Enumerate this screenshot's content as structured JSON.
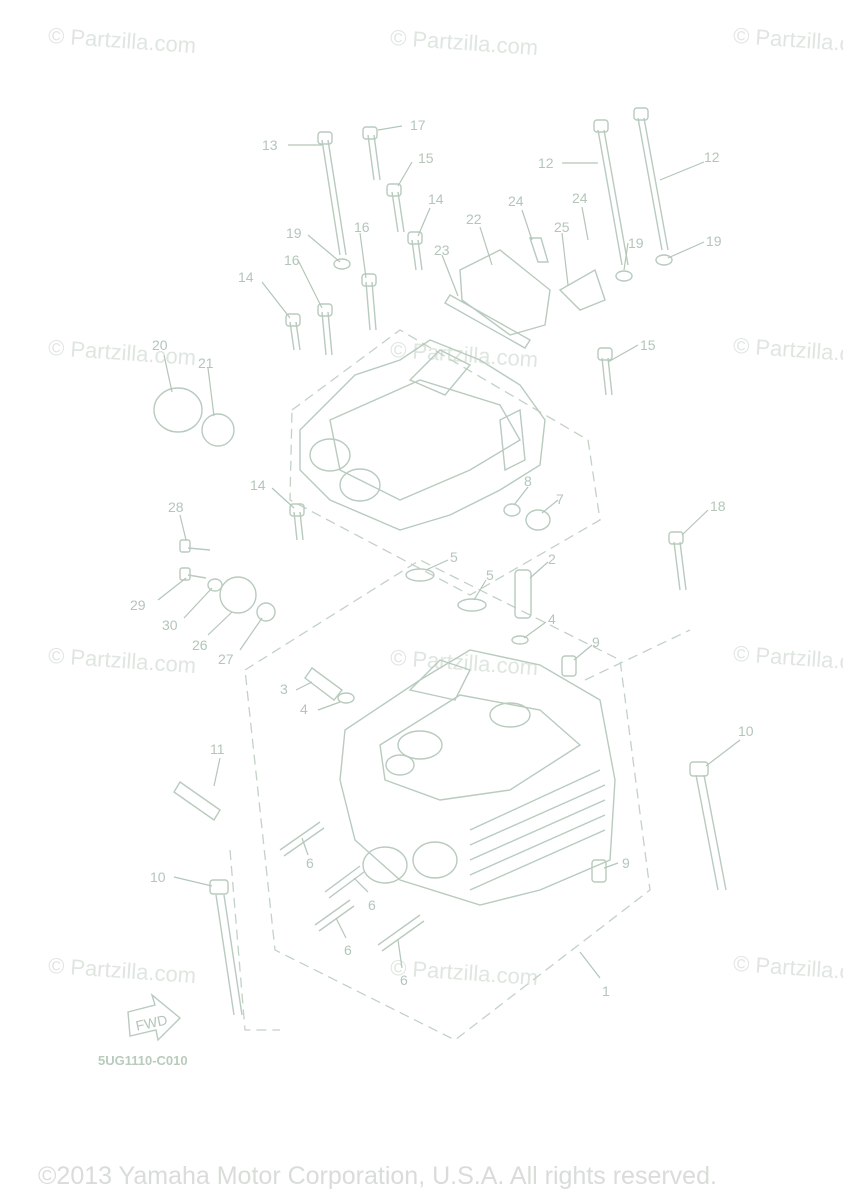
{
  "watermark": "© Partzilla.com",
  "diagram_code": "5UG1110-C010",
  "fwd_label": "FWD",
  "copyright": "©2013 Yamaha Motor Corporation, U.S.A. All rights reserved.",
  "callouts": [
    "13",
    "17",
    "15",
    "12",
    "12",
    "14",
    "24",
    "24",
    "22",
    "25",
    "19",
    "19",
    "19",
    "16",
    "16",
    "23",
    "14",
    "15",
    "20",
    "21",
    "14",
    "8",
    "7",
    "28",
    "18",
    "5",
    "2",
    "5",
    "29",
    "30",
    "26",
    "4",
    "9",
    "27",
    "3",
    "4",
    "11",
    "10",
    "10",
    "6",
    "6",
    "6",
    "9",
    "6",
    "1"
  ]
}
